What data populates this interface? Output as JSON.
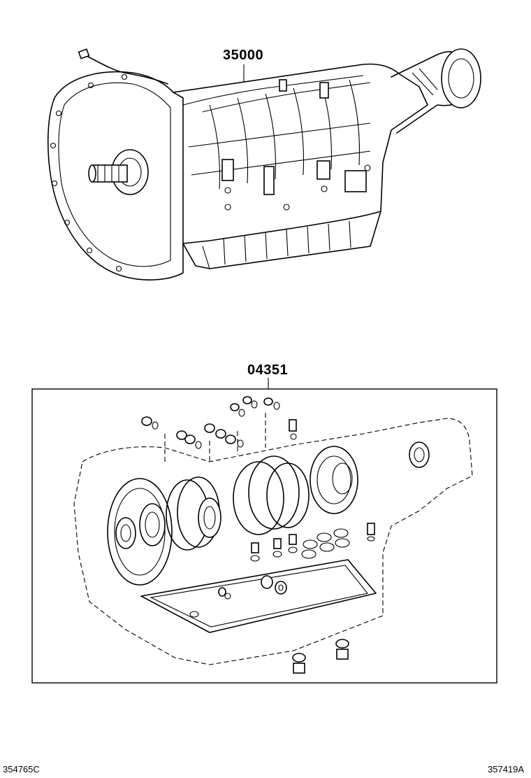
{
  "callouts": {
    "transmission_assembly": "35000",
    "overhaul_kit": "04351"
  },
  "footer": {
    "left_code": "354765C",
    "right_code": "357419A"
  }
}
